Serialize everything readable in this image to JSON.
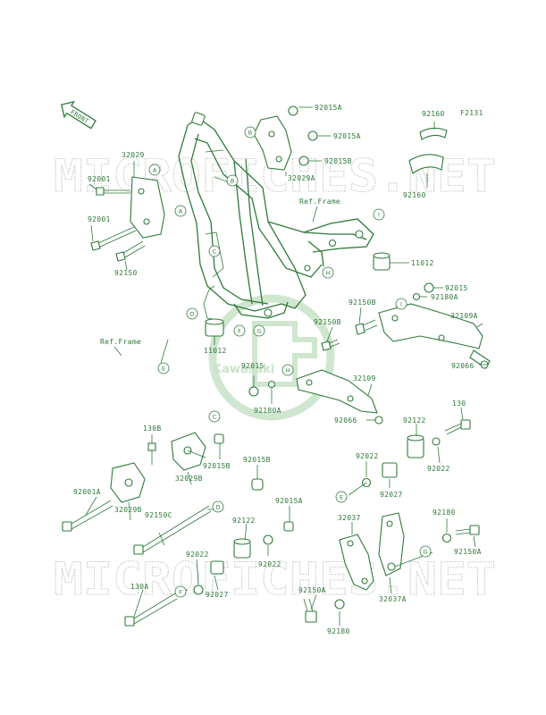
{
  "figure_code": "F2131",
  "front_arrow_label": "FRONT",
  "watermark_text": "MICROFICHES.NET",
  "logo_text": "Kawasaki",
  "ref_frame_labels": [
    "Ref.Frame",
    "Ref.Frame"
  ],
  "callout_letters": [
    "A",
    "B",
    "C",
    "D",
    "E",
    "F",
    "G",
    "H",
    "I"
  ],
  "part_numbers": {
    "p32029": "32029",
    "p32029A": "32029A",
    "p92001_1": "92001",
    "p92001_2": "92001",
    "p92150": "92150",
    "p92015A_1": "92015A",
    "p92015A_2": "92015A",
    "p92015B_1": "92015B",
    "p92160_1": "92160",
    "p92160_2": "92160",
    "p11012_1": "11012",
    "p11012_2": "11012",
    "p92015_1": "92015",
    "p92180A_1": "92180A",
    "p92150B_1": "92150B",
    "p92150B_2": "92150B",
    "p32109A": "32109A",
    "p92066_1": "92066",
    "p92015_2": "92015",
    "p92180A_2": "92180A",
    "p32109": "32109",
    "p92066_2": "92066",
    "p130B": "130B",
    "p92015B_2": "92015B",
    "p32029B_1": "32029B",
    "p92015B_3": "92015B",
    "p92001A": "92001A",
    "p32029B_2": "32029B",
    "p92150C": "92150C",
    "p92015A_3": "92015A",
    "p92122_1": "92122",
    "p92022_1": "92022",
    "p92022_2": "92022",
    "p92027_1": "92027",
    "p130A": "130A",
    "p130": "130",
    "p92122_2": "92122",
    "p92022_3": "92022",
    "p92022_4": "92022",
    "p92027_2": "92027",
    "p32037": "32037",
    "p92180_1": "92180",
    "p92150A_1": "92150A",
    "p32037A": "32037A",
    "p92150A_2": "92150A",
    "p92180_2": "92180"
  },
  "colors": {
    "line": "#2f7a3a",
    "watermark": "#c8c8c8",
    "logo_watermark": "#cfe6cf",
    "background": "#ffffff"
  }
}
